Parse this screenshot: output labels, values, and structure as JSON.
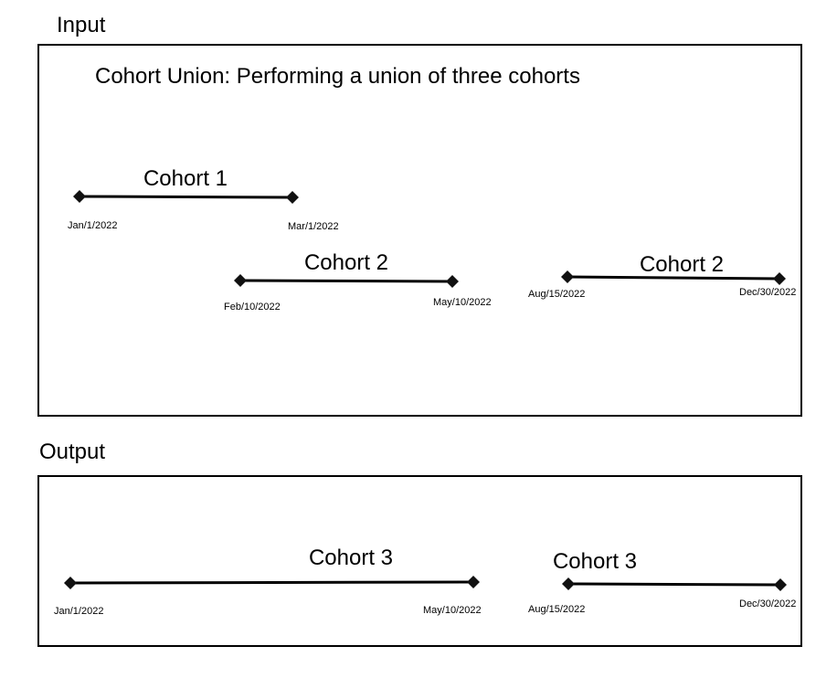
{
  "input": {
    "label": "Input",
    "title": "Cohort Union: Performing a union of three cohorts",
    "segments": [
      {
        "label": "Cohort 1",
        "start": "Jan/1/2022",
        "end": "Mar/1/2022"
      },
      {
        "label": "Cohort 2",
        "start": "Feb/10/2022",
        "end": "May/10/2022"
      },
      {
        "label": "Cohort 2",
        "start": "Aug/15/2022",
        "end": "Dec/30/2022"
      }
    ]
  },
  "output": {
    "label": "Output",
    "segments": [
      {
        "label": "Cohort 3",
        "start": "Jan/1/2022",
        "end": "May/10/2022"
      },
      {
        "label": "Cohort 3",
        "start": "Aug/15/2022",
        "end": "Dec/30/2022"
      }
    ]
  },
  "colors": {
    "line": "#000000",
    "marker": "#111111",
    "background": "#ffffff"
  }
}
